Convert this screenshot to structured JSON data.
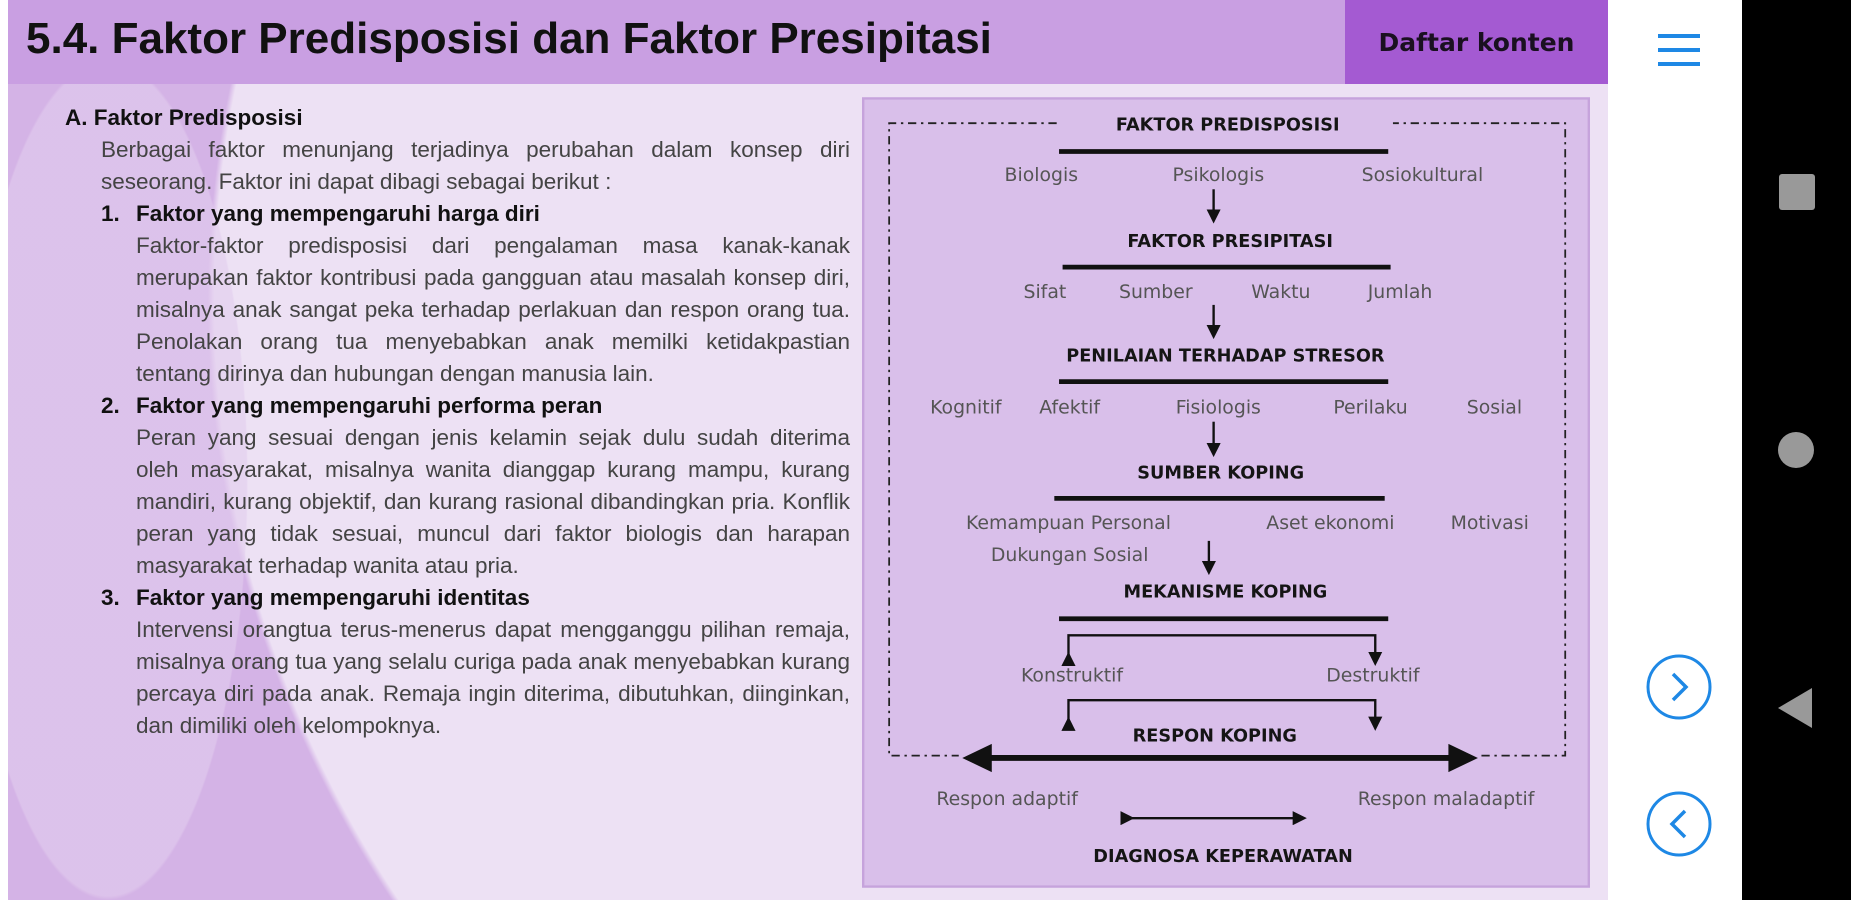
{
  "header": {
    "title": "5.4. Faktor Predisposisi dan Faktor Presipitasi",
    "toc_label": "Daftar konten"
  },
  "content": {
    "section_heading": "A. Faktor Predisposisi",
    "intro": "Berbagai faktor menunjang terjadinya perubahan dalam konsep diri seseorang. Faktor ini dapat dibagi sebagai berikut :",
    "items": [
      {
        "number": "1.",
        "heading": "Faktor yang mempengaruhi harga diri",
        "body": "Faktor-faktor predisposisi dari pengalaman masa kanak-kanak merupakan faktor kontribusi pada gangguan atau masalah konsep diri, misalnya anak sangat peka terhadap perlakuan dan respon orang tua. Penolakan orang tua menyebabkan anak memilki ketidakpastian tentang dirinya dan hubungan dengan manusia lain."
      },
      {
        "number": "2.",
        "heading": "Faktor yang mempengaruhi performa peran",
        "body": "Peran yang sesuai dengan jenis kelamin sejak dulu sudah diterima oleh masyarakat, misalnya wanita dianggap kurang mampu, kurang mandiri, kurang objektif, dan kurang rasional dibandingkan pria. Konflik peran yang tidak sesuai, muncul dari faktor biologis dan harapan masyarakat terhadap wanita atau pria."
      },
      {
        "number": "3.",
        "heading": "Faktor yang mempengaruhi identitas",
        "body": "Intervensi orangtua terus-menerus dapat mengganggu pilihan remaja, misalnya orang tua yang selalu curiga pada anak menyebabkan kurang percaya diri pada anak. Remaja ingin diterima, dibutuhkan, diinginkan, dan dimiliki oleh kelompoknya."
      }
    ]
  },
  "diagram": {
    "predisposisi": {
      "title": "FAKTOR PREDISPOSISI",
      "items": [
        "Biologis",
        "Psikologis",
        "Sosiokultural"
      ]
    },
    "presipitasi": {
      "title": "FAKTOR PRESIPITASI",
      "items": [
        "Sifat",
        "Sumber",
        "Waktu",
        "Jumlah"
      ]
    },
    "penilaian": {
      "title": "PENILAIAN TERHADAP STRESOR",
      "items": [
        "Kognitif",
        "Afektif",
        "Fisiologis",
        "Perilaku",
        "Sosial"
      ]
    },
    "sumber": {
      "title": "SUMBER KOPING",
      "items": [
        "Kemampuan Personal",
        "Aset ekonomi",
        "Motivasi",
        "Dukungan Sosial"
      ]
    },
    "mekanisme": {
      "title": "MEKANISME KOPING",
      "items": [
        "Konstruktif",
        "Destruktif"
      ]
    },
    "respon": {
      "title": "RESPON KOPING",
      "items": [
        "Respon adaptif",
        "Respon maladaptif"
      ]
    },
    "diagnosa": {
      "title": "DIAGNOSA KEPERAWATAN"
    }
  },
  "icons": {
    "menu": "hamburger-menu-icon",
    "next": "chevron-right-circle-icon",
    "prev": "chevron-left-circle-icon"
  },
  "colors": {
    "header": "#c99fe2",
    "toc": "#a45ad2",
    "accent": "#1e88e5"
  }
}
